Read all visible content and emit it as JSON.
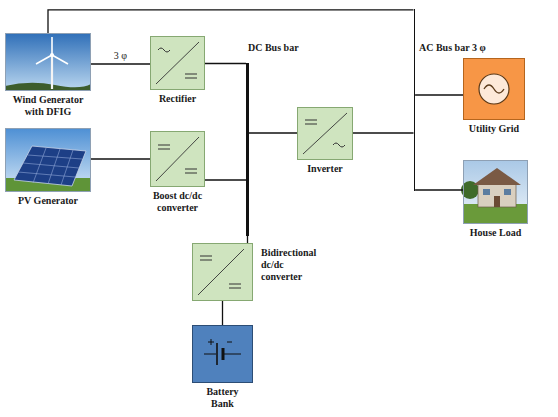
{
  "diagram": {
    "nodes": [
      {
        "text": [
          "Wind Generator with DFIG"
        ]
      },
      {
        "text": [
          "Rectifier"
        ]
      },
      {
        "text": [
          "DC Bus bar"
        ]
      },
      {
        "text": [
          "AC Bus bar 3 φ"
        ]
      },
      {
        "text": [
          "Utility Grid"
        ]
      },
      {
        "text": [
          "PV Generator"
        ]
      },
      {
        "text": [
          "Boost dc/dc converter"
        ]
      },
      {
        "text": [
          "Inverter"
        ]
      },
      {
        "text": [
          "House Load"
        ]
      },
      {
        "text": [
          "Bidirectional dc/dc converter"
        ]
      },
      {
        "text": [
          "Battery Bank"
        ]
      }
    ],
    "edges": [
      {
        "from": 0,
        "to": 1,
        "label": "3 φ",
        "arrow": "none"
      },
      {
        "from": 1,
        "to": 2,
        "arrow": "none"
      },
      {
        "from": 5,
        "to": 6,
        "arrow": "none"
      },
      {
        "from": 6,
        "to": 2,
        "arrow": "none"
      },
      {
        "from": 2,
        "to": 7,
        "arrow": "none"
      },
      {
        "from": 7,
        "to": 3,
        "arrow": "none"
      },
      {
        "from": 0,
        "to": 3,
        "arrow": "none"
      },
      {
        "from": 3,
        "to": 4,
        "arrow": "none"
      },
      {
        "from": 3,
        "to": 8,
        "arrow": "none"
      },
      {
        "from": 9,
        "to": 2,
        "arrow": "none"
      },
      {
        "from": 10,
        "to": 9,
        "arrow": "none"
      }
    ]
  }
}
